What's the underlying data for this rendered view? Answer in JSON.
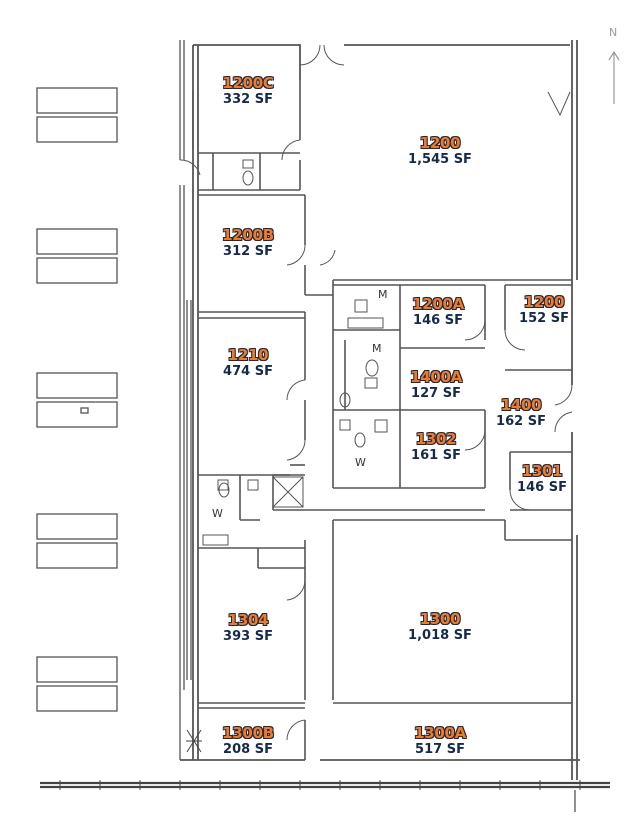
{
  "compass": {
    "label": "N",
    "icon": "north-arrow-icon"
  },
  "rooms": {
    "r1200c": {
      "name": "1200C",
      "area": "332 SF"
    },
    "r1200": {
      "name": "1200",
      "area": "1,545 SF"
    },
    "r1200b": {
      "name": "1200B",
      "area": "312 SF"
    },
    "r1200a": {
      "name": "1200A",
      "area": "146 SF"
    },
    "r1200s": {
      "name": "1200",
      "area": "152 SF"
    },
    "r1210": {
      "name": "1210",
      "area": "474 SF"
    },
    "r1400a": {
      "name": "1400A",
      "area": "127 SF"
    },
    "r1400": {
      "name": "1400",
      "area": "162 SF"
    },
    "r1302": {
      "name": "1302",
      "area": "161 SF"
    },
    "r1301": {
      "name": "1301",
      "area": "146 SF"
    },
    "r1304": {
      "name": "1304",
      "area": "393 SF"
    },
    "r1300": {
      "name": "1300",
      "area": "1,018 SF"
    },
    "r1300b": {
      "name": "1300B",
      "area": "208 SF"
    },
    "r1300a": {
      "name": "1300A",
      "area": "517 SF"
    }
  },
  "fixtures": {
    "mens_1": "M",
    "mens_2": "M",
    "womens_1": "W",
    "womens_2": "W"
  },
  "colors": {
    "room_name": "#f37a24",
    "area_text": "#15294d",
    "wall": "#555555"
  }
}
